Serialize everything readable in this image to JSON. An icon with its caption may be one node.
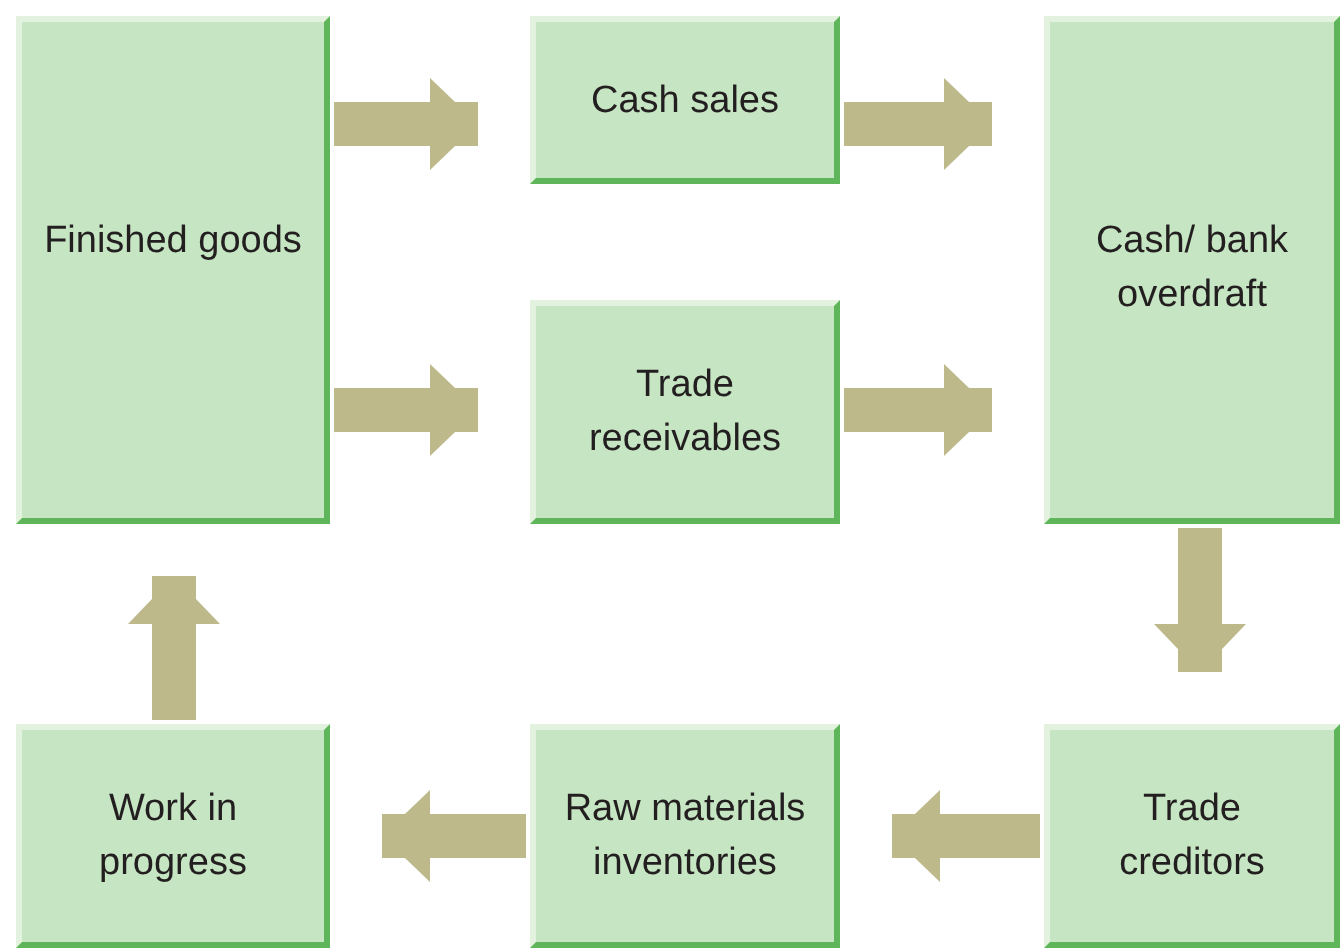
{
  "diagram": {
    "nodes": [
      {
        "text": [
          "Finished goods"
        ]
      },
      {
        "text": [
          "Cash sales"
        ]
      },
      {
        "text": [
          "Cash/ bank overdraft"
        ]
      },
      {
        "text": [
          "Trade receivables"
        ]
      },
      {
        "text": [
          "Work in progress"
        ]
      },
      {
        "text": [
          "Raw materials inventories"
        ]
      },
      {
        "text": [
          "Trade creditors"
        ]
      }
    ],
    "edges": [
      {
        "from": 0,
        "to": 1,
        "arrow": "to"
      },
      {
        "from": 0,
        "to": 3,
        "arrow": "to"
      },
      {
        "from": 1,
        "to": 2,
        "arrow": "to"
      },
      {
        "from": 3,
        "to": 2,
        "arrow": "to"
      },
      {
        "from": 2,
        "to": 6,
        "arrow": "to"
      },
      {
        "from": 6,
        "to": 5,
        "arrow": "to"
      },
      {
        "from": 5,
        "to": 4,
        "arrow": "to"
      },
      {
        "from": 4,
        "to": 0,
        "arrow": "to"
      }
    ]
  }
}
